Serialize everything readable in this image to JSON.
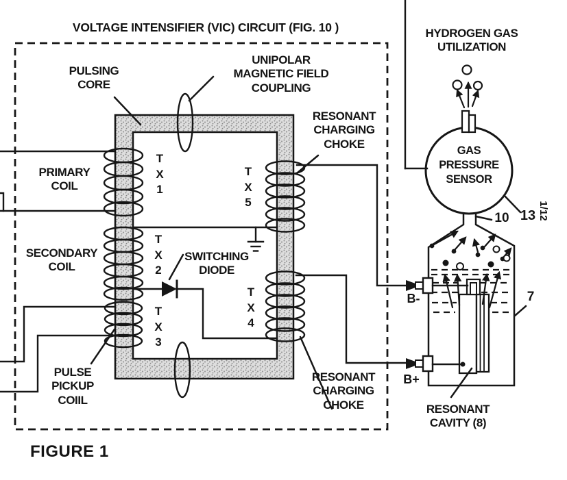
{
  "colors": {
    "ink": "#161616",
    "background": "#ffffff",
    "core_fill": "#dedede",
    "core_stipple": "#8f8f8f"
  },
  "title": "VOLTAGE INTENSIFIER (VIC) CIRCUIT (FIG. 10 )",
  "figure_caption": "FIGURE 1",
  "vic_circuit": {
    "pulsing_core": "PULSING\nCORE",
    "unipolar_coupling": "UNIPOLAR\nMAGNETIC FIELD\nCOUPLING",
    "resonant_choke_top": "RESONANT\nCHARGING\nCHOKE",
    "resonant_choke_bottom": "RESONANT\nCHARGING\nCHOKE",
    "primary_coil": "PRIMARY\nCOIL",
    "secondary_coil": "SECONDARY\nCOIL",
    "pulse_pickup_coil": "PULSE\nPICKUP\nCOIIL",
    "switching_diode": "SWITCHING\nDIODE",
    "tx1": "T\nX\n1",
    "tx2": "T\nX\n2",
    "tx3": "T\nX\n3",
    "tx4": "T\nX\n4",
    "tx5": "T\nX\n5"
  },
  "cell_assembly": {
    "hydrogen_utilization": "HYDROGEN GAS\nUTILIZATION",
    "gas_pressure_sensor": "GAS\nPRESSURE\nSENSOR",
    "resonant_cavity": "RESONANT\nCAVITY (8)",
    "b_minus": "B-",
    "b_plus": "B+",
    "ref_10": "10",
    "ref_13": "13",
    "ref_7": "7",
    "sheet_ref": "1/12"
  }
}
